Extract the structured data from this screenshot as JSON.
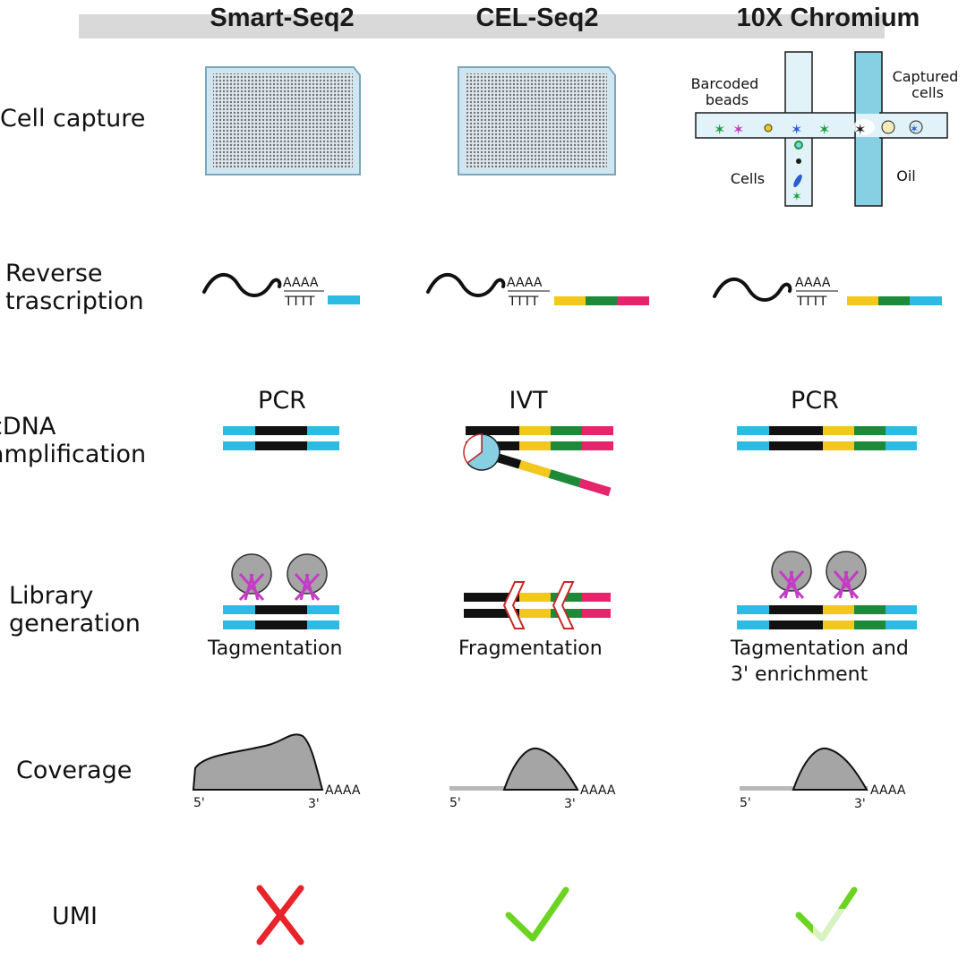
{
  "columns": [
    "Smart-Seq2",
    "CEL-Seq2",
    "10X Chromium"
  ],
  "rows": {
    "cell_capture": "Cell capture",
    "reverse_transcription": "Reverse\ntrascription",
    "cdna_amplification": "cDNA\namplification",
    "library_generation": "Library\ngeneration",
    "coverage": "Coverage",
    "umi": "UMI"
  },
  "microfluidics": {
    "barcoded_beads": "Barcoded\nbeads",
    "captured_cells": "Captured\ncells",
    "cells": "Cells",
    "oil": "Oil"
  },
  "rt": {
    "poly_a": "AAAA",
    "poly_t": "TTTT"
  },
  "amplification": [
    "PCR",
    "IVT",
    "PCR"
  ],
  "library": [
    "Tagmentation",
    "Fragmentation",
    "Tagmentation and\n3' enrichment"
  ],
  "coverage": {
    "five_prime": "5'",
    "three_prime": "3'",
    "poly_a": "AAAA"
  },
  "umi": [
    {
      "present": false,
      "icon": "cross-icon"
    },
    {
      "present": true,
      "icon": "check-icon"
    },
    {
      "present": true,
      "icon": "check-icon"
    }
  ],
  "colors": {
    "cyan": "#2bbbe3",
    "black": "#111111",
    "yellow": "#f1c81b",
    "green": "#1d8a3a",
    "pink": "#e6246b",
    "magenta": "#c43bc6",
    "grey_fill": "#a5a5a5",
    "cross_red": "#e8232a",
    "check_green": "#6bd321",
    "channel_blue": "#87cfe2"
  }
}
